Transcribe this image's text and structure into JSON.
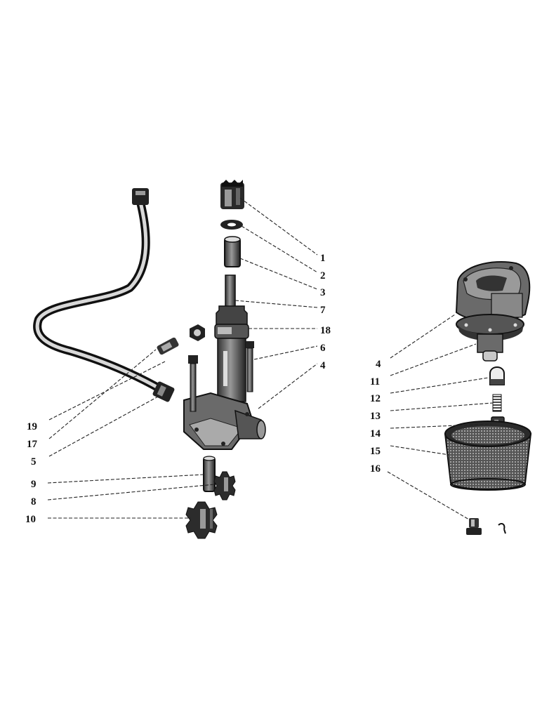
{
  "diagram": {
    "labels": {
      "l1": "1",
      "l2": "2",
      "l3": "3",
      "l7": "7",
      "l18": "18",
      "l6": "6",
      "l4a": "4",
      "l19": "19",
      "l17": "17",
      "l5": "5",
      "l9": "9",
      "l8": "8",
      "l10": "10",
      "l4b": "4",
      "l11": "11",
      "l12": "12",
      "l13": "13",
      "l14": "14",
      "l15": "15",
      "l16": "16"
    }
  }
}
